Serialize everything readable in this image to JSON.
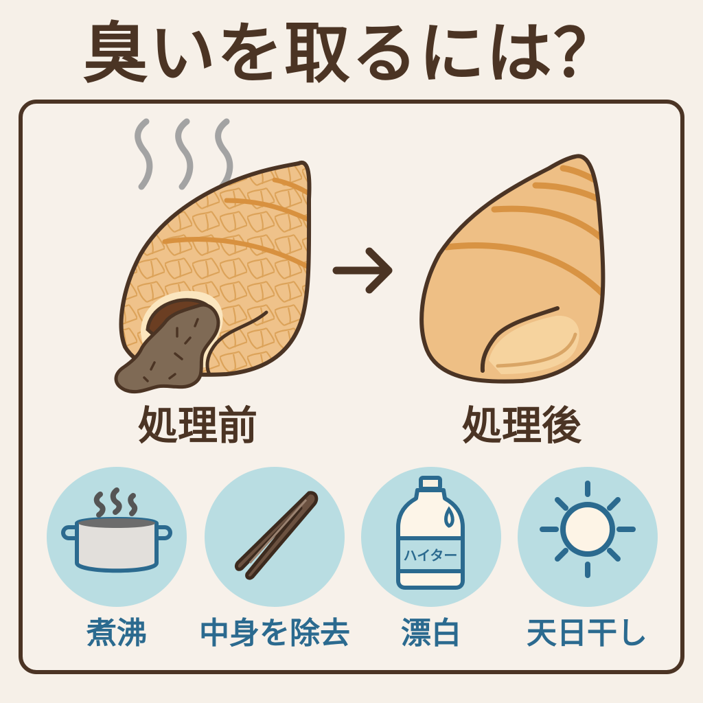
{
  "title": "臭いを取るには？",
  "colors": {
    "background": "#f6f0e8",
    "title_text": "#4b3424",
    "frame_border": "#4b3424",
    "shell_fill": "#edbd82",
    "shell_stripe": "#d99445",
    "circle_bg": "#b9dde2",
    "icon_blue": "#2b6a8f",
    "method_text": "#2b6a8f",
    "odor_lines": "#a0a0a0"
  },
  "comparison": {
    "before": {
      "label": "処理前",
      "icon": "dirty-shell-with-odor"
    },
    "arrow": "right-arrow",
    "after": {
      "label": "処理後",
      "icon": "clean-shell"
    }
  },
  "methods": [
    {
      "label": "煮沸",
      "icon": "boiling-pot-icon"
    },
    {
      "label": "中身を除去",
      "icon": "tweezers-icon"
    },
    {
      "label": "漂白",
      "icon": "bleach-bottle-icon",
      "bottle_label": "ハイター"
    },
    {
      "label": "天日干し",
      "icon": "sun-icon"
    }
  ]
}
